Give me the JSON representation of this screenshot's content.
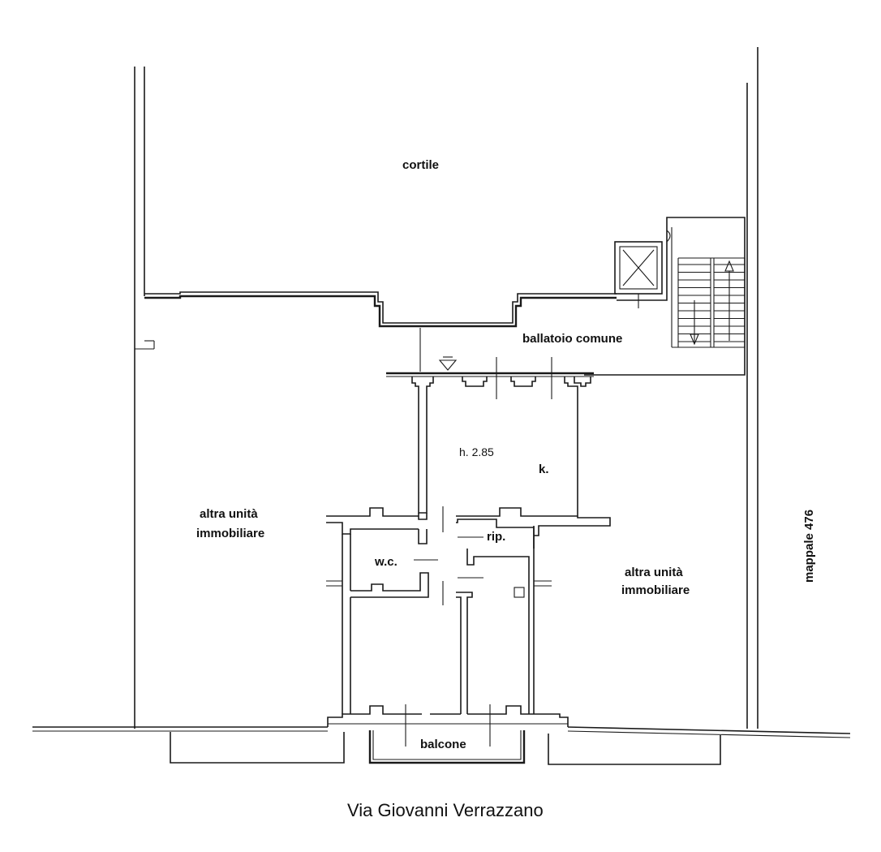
{
  "labels": {
    "cortile": "cortile",
    "ballatoio": "ballatoio comune",
    "altra_left_1": "altra unità",
    "altra_left_2": "immobiliare",
    "altra_right_1": "altra unità",
    "altra_right_2": "immobiliare",
    "height": "h. 2.85",
    "kitchen": "k.",
    "storage": "rip.",
    "wc": "w.c.",
    "balcone": "balcone",
    "mappale": "mappale  476",
    "street": "Via Giovanni Verrazzano"
  }
}
